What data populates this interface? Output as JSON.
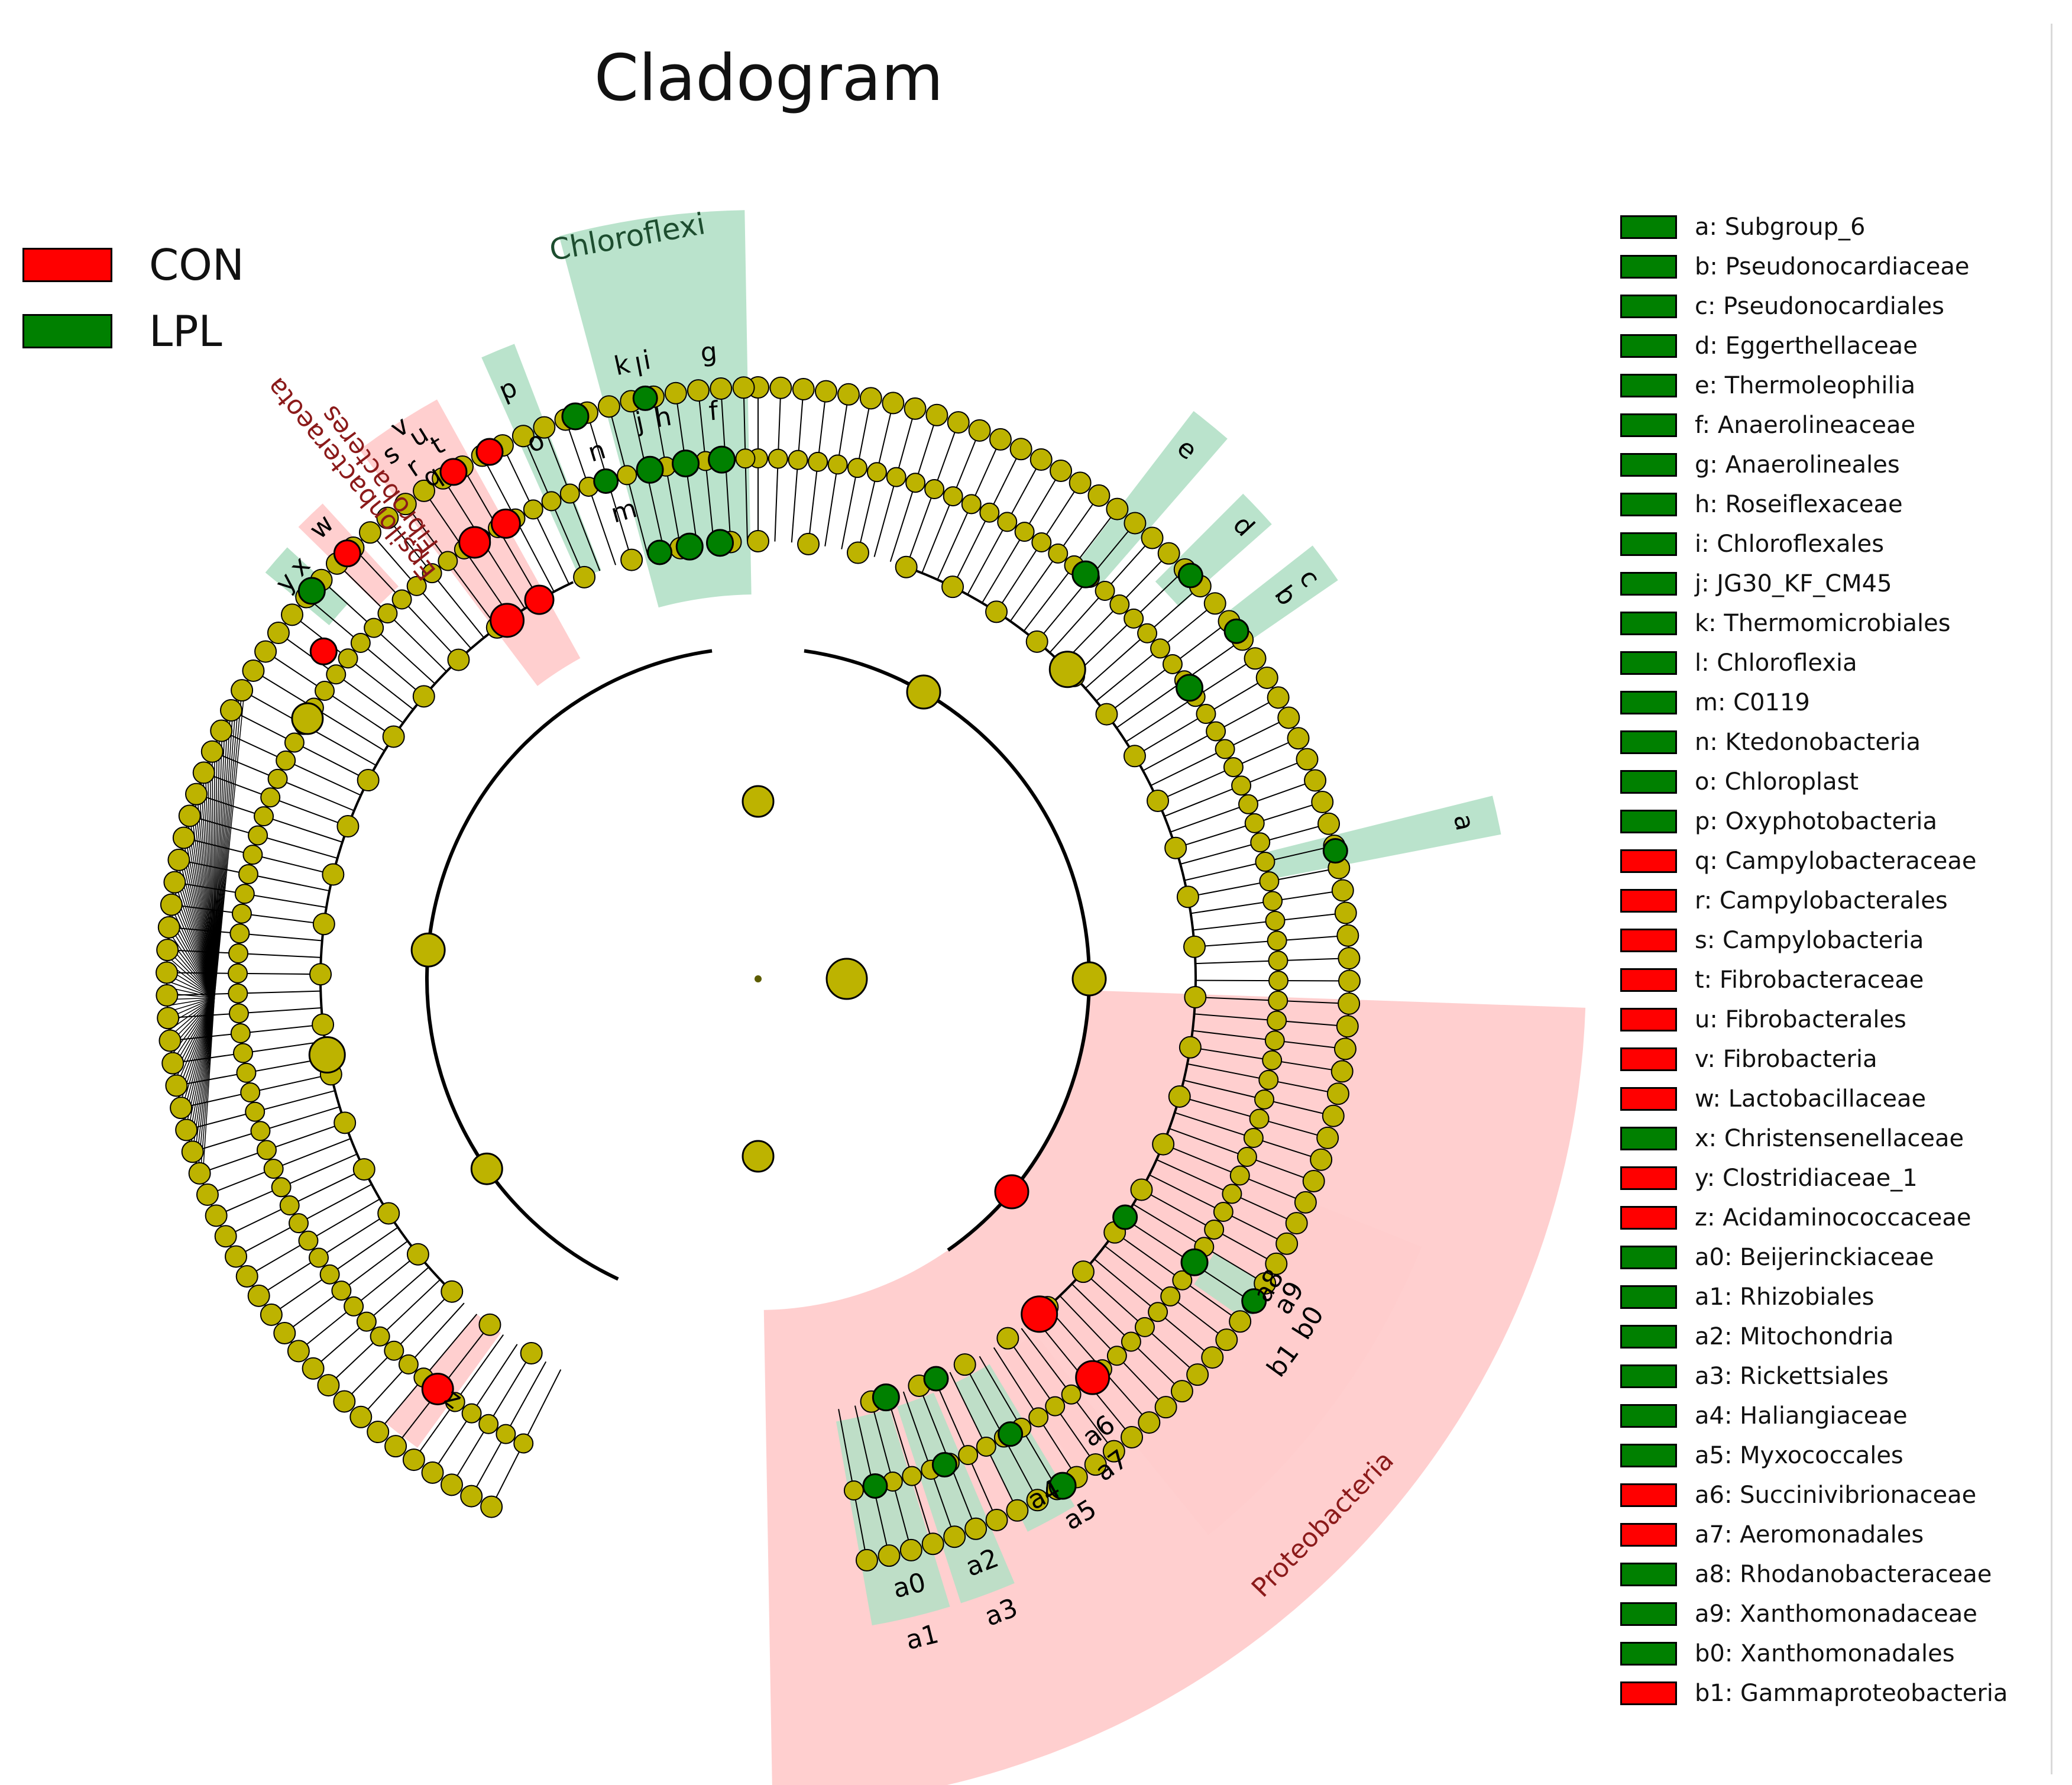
{
  "title": "Cladogram",
  "colors": {
    "CON": "#ff0000",
    "LPL": "#008000",
    "node_default": "#bdb300",
    "sector_CON": "#ffcccc",
    "sector_LPL": "#b3e0c6"
  },
  "groups": [
    {
      "name": "CON",
      "color": "#ff0000"
    },
    {
      "name": "LPL",
      "color": "#008000"
    }
  ],
  "phylum_labels": [
    {
      "label": "Chloroflexi",
      "group": "LPL"
    },
    {
      "label": "Epsilonbacteraeota",
      "group": "CON"
    },
    {
      "label": "Fibrobacteres",
      "group": "CON"
    },
    {
      "label": "Proteobacteria",
      "group": "CON"
    }
  ],
  "taxa": [
    {
      "code": "a",
      "name": "Subgroup_6",
      "group": "LPL"
    },
    {
      "code": "b",
      "name": "Pseudonocardiaceae",
      "group": "LPL"
    },
    {
      "code": "c",
      "name": "Pseudonocardiales",
      "group": "LPL"
    },
    {
      "code": "d",
      "name": "Eggerthellaceae",
      "group": "LPL"
    },
    {
      "code": "e",
      "name": "Thermoleophilia",
      "group": "LPL"
    },
    {
      "code": "f",
      "name": "Anaerolineaceae",
      "group": "LPL"
    },
    {
      "code": "g",
      "name": "Anaerolineales",
      "group": "LPL"
    },
    {
      "code": "h",
      "name": "Roseiflexaceae",
      "group": "LPL"
    },
    {
      "code": "i",
      "name": "Chloroflexales",
      "group": "LPL"
    },
    {
      "code": "j",
      "name": "JG30_KF_CM45",
      "group": "LPL"
    },
    {
      "code": "k",
      "name": "Thermomicrobiales",
      "group": "LPL"
    },
    {
      "code": "l",
      "name": "Chloroflexia",
      "group": "LPL"
    },
    {
      "code": "m",
      "name": "C0119",
      "group": "LPL"
    },
    {
      "code": "n",
      "name": "Ktedonobacteria",
      "group": "LPL"
    },
    {
      "code": "o",
      "name": "Chloroplast",
      "group": "LPL"
    },
    {
      "code": "p",
      "name": "Oxyphotobacteria",
      "group": "LPL"
    },
    {
      "code": "q",
      "name": "Campylobacteraceae",
      "group": "CON"
    },
    {
      "code": "r",
      "name": "Campylobacterales",
      "group": "CON"
    },
    {
      "code": "s",
      "name": "Campylobacteria",
      "group": "CON"
    },
    {
      "code": "t",
      "name": "Fibrobacteraceae",
      "group": "CON"
    },
    {
      "code": "u",
      "name": "Fibrobacterales",
      "group": "CON"
    },
    {
      "code": "v",
      "name": "Fibrobacteria",
      "group": "CON"
    },
    {
      "code": "w",
      "name": "Lactobacillaceae",
      "group": "CON"
    },
    {
      "code": "x",
      "name": "Christensenellaceae",
      "group": "LPL"
    },
    {
      "code": "y",
      "name": "Clostridiaceae_1",
      "group": "CON"
    },
    {
      "code": "z",
      "name": "Acidaminococcaceae",
      "group": "CON"
    },
    {
      "code": "a0",
      "name": "Beijerinckiaceae",
      "group": "LPL"
    },
    {
      "code": "a1",
      "name": "Rhizobiales",
      "group": "LPL"
    },
    {
      "code": "a2",
      "name": "Mitochondria",
      "group": "LPL"
    },
    {
      "code": "a3",
      "name": "Rickettsiales",
      "group": "LPL"
    },
    {
      "code": "a4",
      "name": "Haliangiaceae",
      "group": "LPL"
    },
    {
      "code": "a5",
      "name": "Myxococcales",
      "group": "LPL"
    },
    {
      "code": "a6",
      "name": "Succinivibrionaceae",
      "group": "CON"
    },
    {
      "code": "a7",
      "name": "Aeromonadales",
      "group": "CON"
    },
    {
      "code": "a8",
      "name": "Rhodanobacteraceae",
      "group": "LPL"
    },
    {
      "code": "a9",
      "name": "Xanthomonadaceae",
      "group": "LPL"
    },
    {
      "code": "b0",
      "name": "Xanthomonadales",
      "group": "LPL"
    },
    {
      "code": "b1",
      "name": "Gammaproteobacteria",
      "group": "CON"
    }
  ]
}
